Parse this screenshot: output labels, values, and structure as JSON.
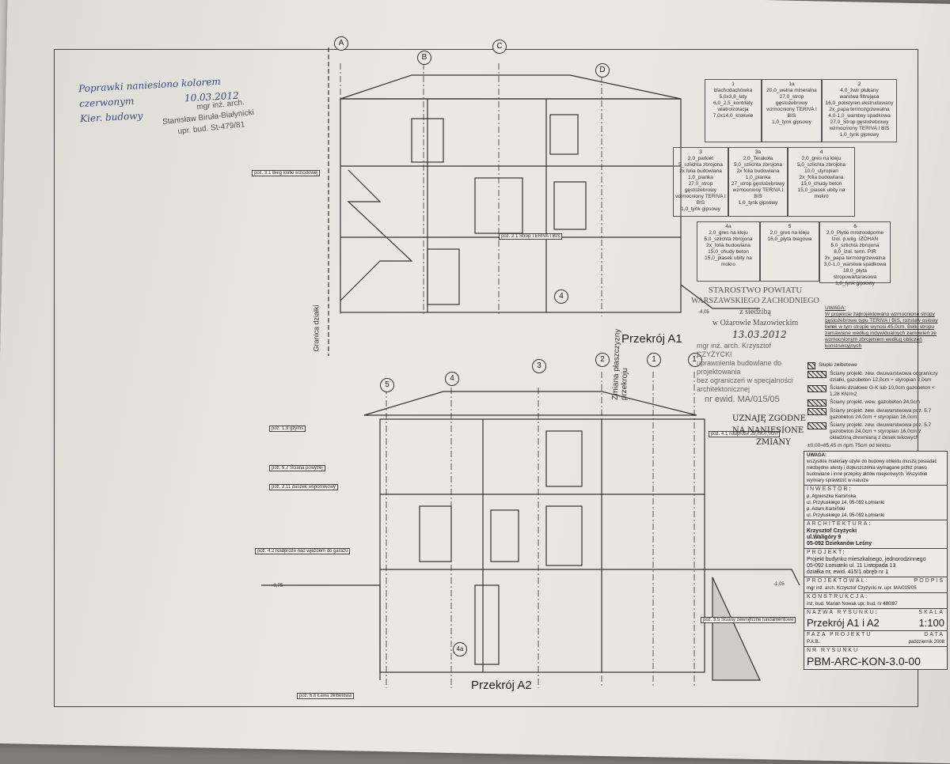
{
  "handwritten_note": {
    "lines": [
      "Poprawki naniesiono kolorem",
      "czerwonym",
      "Kier. budowy"
    ],
    "date": "10.03.2012"
  },
  "engineer_stamp": {
    "title": "mgr inż. arch.",
    "name": "Stanisław Biruła-Białynicki",
    "license": "upr. bud. St-479/81"
  },
  "layers": [
    {
      "id": "1",
      "lines": [
        "blachodachówka",
        "5,0x3,8_łaty",
        "6,0_2,5_kontrłaty",
        "wiatroizolacja",
        "7,0x14,0_krokwie"
      ]
    },
    {
      "id": "1a",
      "lines": [
        "20,0_wełna mineralna",
        "27,0_strop gęstożebrowy",
        "wzmocniony TERIVA I BIS",
        "1,0_tynk gipsowy"
      ]
    },
    {
      "id": "2",
      "lines": [
        "4,0_żwir płukany",
        "warstwa filtrująca",
        "16,0_polistyren ekstrudowany",
        "2x_papa termozgrzewalna",
        "4,0-1,0_warstwy spadkowa",
        "27,0_Strop gęstożebrowy",
        "wzmocniony TERIVA I BIS",
        "1,0_tynk gipsowy"
      ]
    },
    {
      "id": "3",
      "lines": [
        "2,0_parkiet",
        "5_szlichta zbrojona",
        "2x folia budowlana",
        "1,0_pianka",
        "27,0_strop gęstożebrowy",
        "wzmocniony TERIVA I BIS",
        "1,0_tynk gipsowy"
      ]
    },
    {
      "id": "3a",
      "lines": [
        "2,0_Terakota",
        "5,0_szlichta zbrojona",
        "2x folia budowlana",
        "1,0_pianka",
        "27_strop gęstożebrowy",
        "wzmocniony TERIVA I BIS",
        "1,0_tynk gipsowy"
      ]
    },
    {
      "id": "4",
      "lines": [
        "2,0_gres na kleju",
        "5,0_szlichta zbrojona",
        "10,0_styropian",
        "2x_folia budowlana",
        "15,0_chudy beton",
        "15,0_piasek ubity na mokro"
      ]
    },
    {
      "id": "4a",
      "lines": [
        "2,0_gres na kleju",
        "5,0_szlichta zbrojona",
        "2x_folia budowlana",
        "15,0_chudy beton",
        "15,0_piasek ubity na mokro"
      ]
    },
    {
      "id": "5",
      "lines": [
        "2,0_gres na kleju",
        "16,0_płyta biegowa"
      ]
    },
    {
      "id": "6",
      "lines": [
        "2,0_Płytki mrozoodporne",
        "Izol. p.wilg. IZOHAN",
        "5,0_szlichta zbrojona",
        "8,0_izol. term. PIR",
        "2x_papa termozgrzewalna",
        "3,0-1,0_warstwa spadkowa",
        "18,0_płyta stropowa/tarasowa",
        "1,0_tynk gipsowy"
      ]
    }
  ],
  "authority_stamp": [
    "STAROSTWO POWIATU",
    "WARSZAWSKIEGO ZACHODNIEGO",
    "z siedzibą",
    "w Ożarowie Mazowieckim"
  ],
  "approval_date": "13.03.2012",
  "architect_stamp": [
    "mgr inż. arch. Krzysztof CZYŻYCKI",
    "uprawnienia budowlane do projektowania",
    "bez ograniczeń w specjalności architektonicznej",
    "nr ewid. MA/015/05"
  ],
  "approval_note": [
    "UZNAJĘ ZGODNE",
    "NA NANIESIONE",
    "ZMIANY"
  ],
  "uwaga1": {
    "title": "UWAGA:",
    "text": "W projekcie zaprojektowano wzmocnione stropy gęstożebrowe typu TERIVA I BIS, rozstaw osiowy belek w tym stropie wynosi 45,0cm. Belki stropu zamawiane według indywidualnych zamówień ze wzmocnionym zbrojeniem według obliczeń konstrukcyjnych"
  },
  "legend": [
    "Słupki żelbetowe",
    "Ściany projekt. zew. dwuwarstwowa odgraniczy działki, gazobeton 12,0cm + styropian 2,0cm",
    "Ścianki działowe G-K lub 10,0cm gazobeton < 1,28 KN/m2",
    "Ściany projekt. wew. gazobeton 24,0cm",
    "Ściany projekt. zew. dwuwarstwowa poz. 5.7 gazobeton 24,0cm + styropian 16,0cm",
    "Ściany projekt. zew. dwuwarstwowa poz. 5.7 gazobeton 24,0cm + styropian 16,0cm z okładziną drewnianą z desek tekowych"
  ],
  "elevation_note": "±0,00=85,45 m npm 75cm od terenu",
  "uwaga2": {
    "title": "UWAGA:",
    "text": "wszystkie materiały użyte do budowy obiektu muszą posiadać niezbędne atesty i dopuszczenia wymagane przez prawo budowlane i inne przepisy aktów miejscowych. Wszystkie wymiary sprawdzić w naturze"
  },
  "title_block": {
    "investor_label": "INWESTOR:",
    "investor": [
      "p. Agnieszka Kamińska",
      "ul. Przyłuskiego 14, 05-092 Łomianki",
      "p. Adam Kamiński",
      "ul. Przyłuskiego 14, 05-092 Łomianki"
    ],
    "architecture_label": "ARCHITEKTURA:",
    "architecture": [
      "Krzysztof Czyżycki",
      "ul.Waligóry 9",
      "05-092 Dziekanów Leśny"
    ],
    "project_label": "PROJEKT:",
    "project": [
      "Projekt budynku mieszkalnego, jednorodzinnego",
      "05-092 Łomianki ul. 11 Listopada 13",
      "działka nr. ewid. 415/1 obręb nr 1"
    ],
    "designed_label": "PROJEKTOWAŁ:",
    "designed": "mgr inż. arch. Krzysztof Czyżycki nr. upr. MA/015/05",
    "signature_label": "PODPIS",
    "construction_label": "KONSTRUKCJA:",
    "construction": "inż. bud. Marian Nowak upr. bud. nr 480/87",
    "drawing_name_label": "NAZWA RYSUNKU:",
    "drawing_name": "Przekrój A1 i A2",
    "scale_label": "SKALA",
    "scale": "1:100",
    "phase_label": "FAZA PROJEKTU",
    "phase": "P.A.B.",
    "date_label": "DATA",
    "date": "październik 2008",
    "number_label": "NR RYSUNKU",
    "number": "PBM-ARC-KON-3.0-00"
  },
  "drawing": {
    "section_a1": "Przekrój A1",
    "section_a2": "Przekrój A2",
    "boundary": "Granica działki",
    "plane_change": "Zmiana płaszczyzny przekroju",
    "axes_top": [
      "A",
      "B",
      "C",
      "D"
    ],
    "axes_bottom": [
      "5",
      "4",
      "3",
      "2",
      "1",
      "1'"
    ],
    "marker_4a": "4a",
    "marker_4": "4",
    "labels": [
      "poz. 2.1 Strop TERIVA I BIS",
      "poz. 3.1 Bieg klatki schodowej",
      "poz. 1.9 gzyms",
      "poz. 4.1 nadproże 25,0x07,0cm",
      "poz. 5.7 Ściana powyżej",
      "poz. 2.11 daszek wspornikowy",
      "poz. 4.2 Nadproże nad wjazdem do garażu",
      "poz. 6.8 Ława żelbetowa",
      "poz. 3.5 Ściany zewnętrzne fundamentowe"
    ],
    "levels": [
      "-4,05",
      "-1,05",
      "+0,75"
    ]
  }
}
